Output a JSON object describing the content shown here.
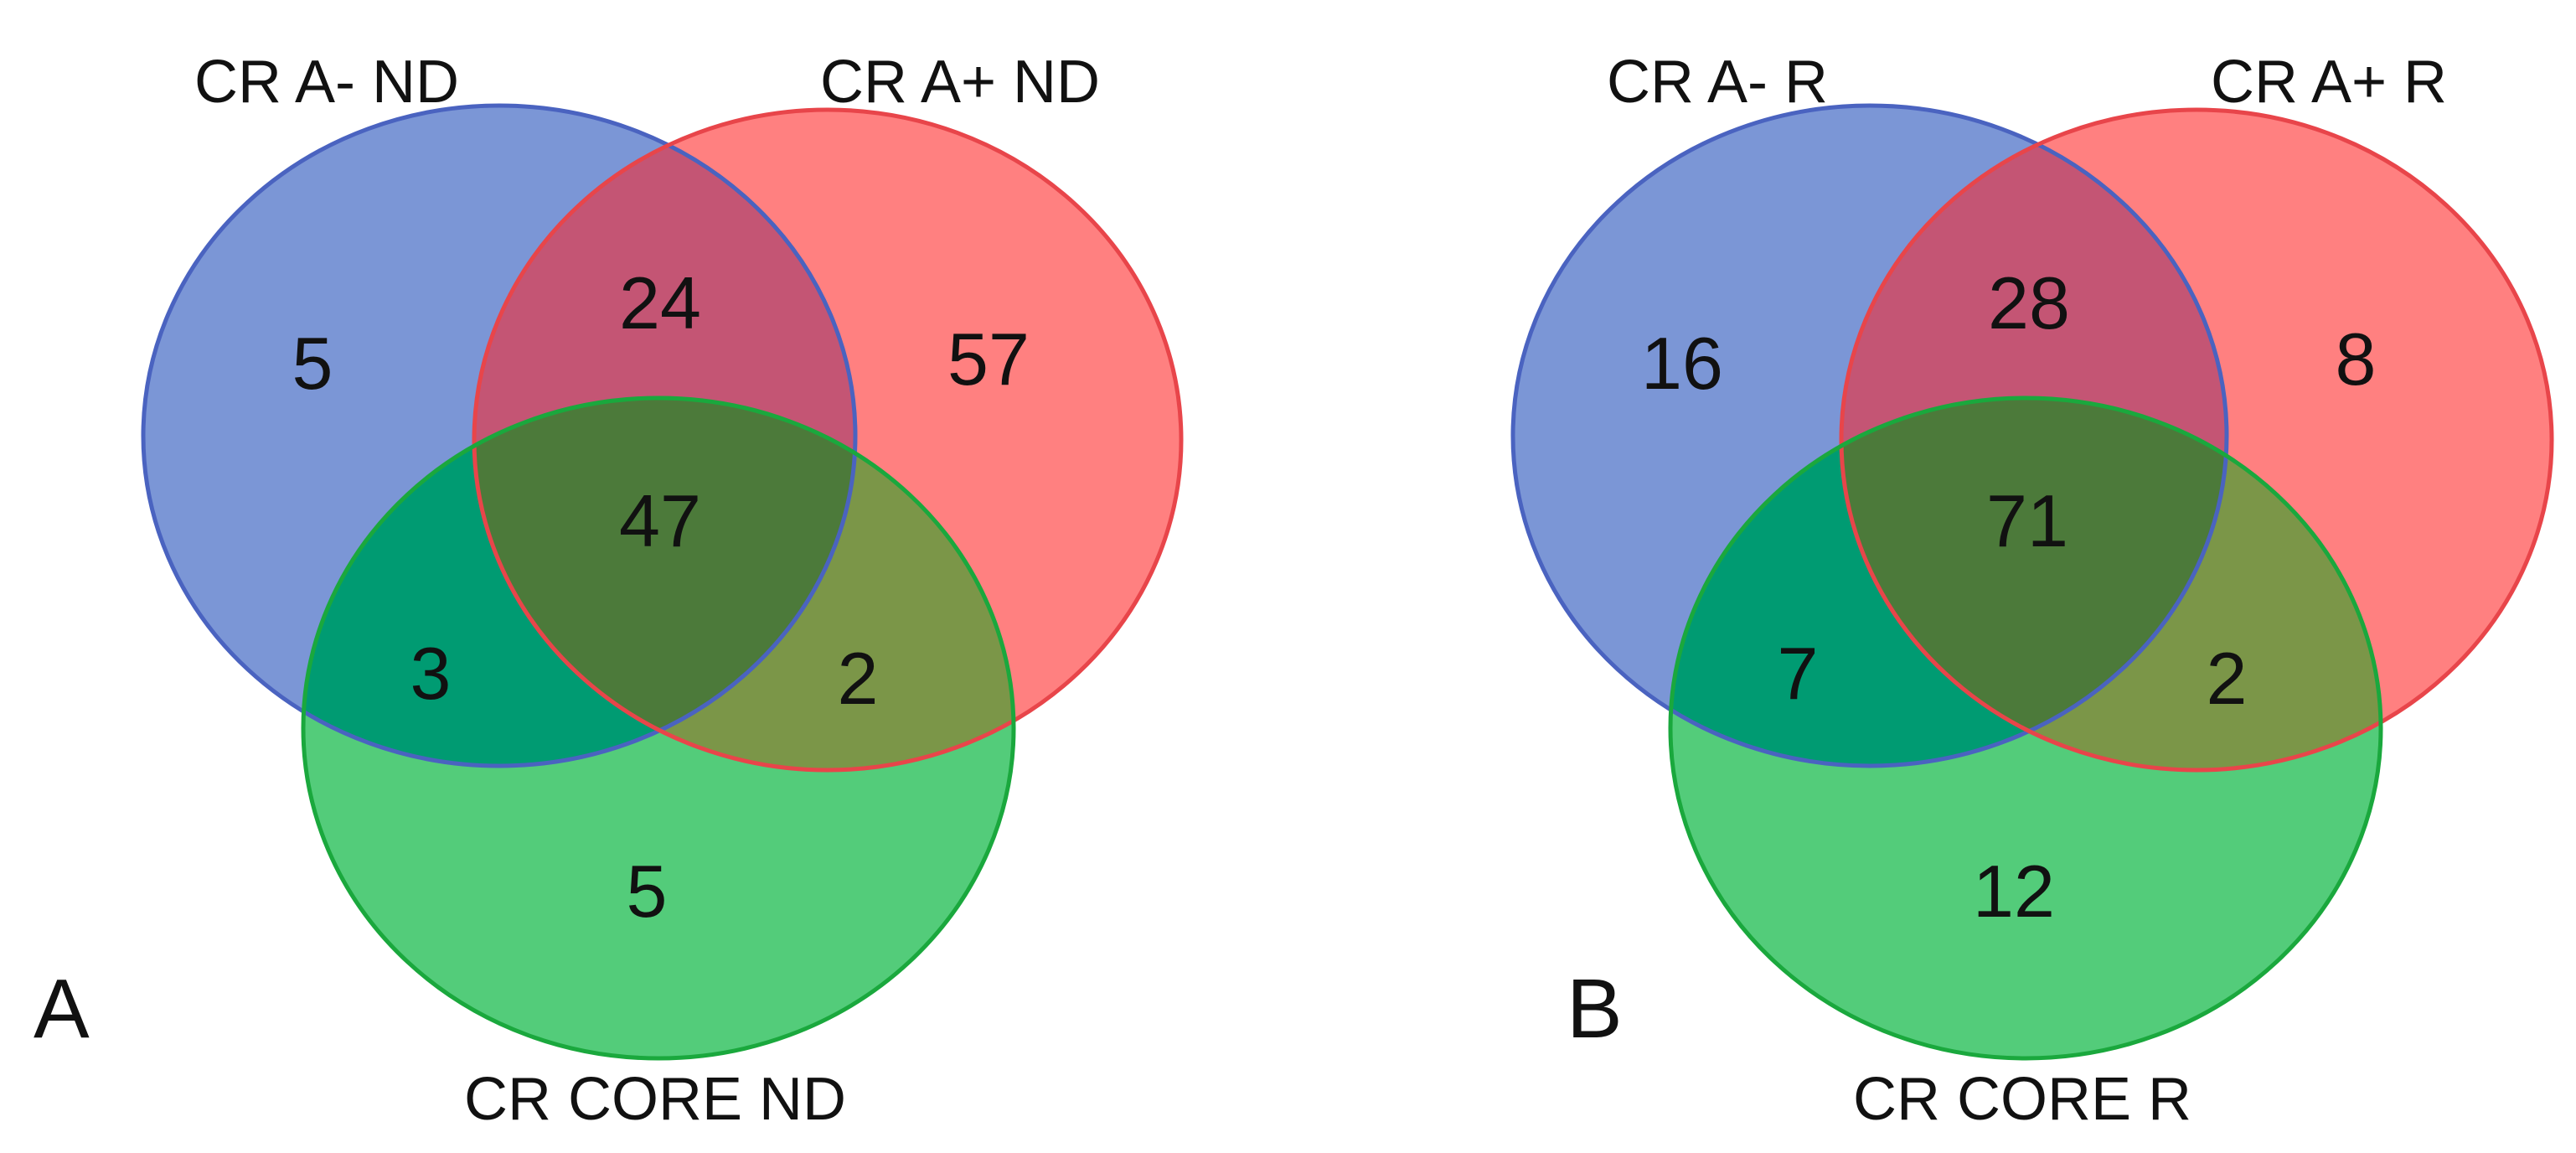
{
  "colors": {
    "set1_fill": "#7b96d6",
    "set1_stroke": "#4a63c0",
    "set2_fill": "#ff8080",
    "set2_stroke": "#e8454a",
    "set3_fill": "#53cc7a",
    "set3_stroke": "#1aa83d",
    "r12": "#c45574",
    "r13": "#009b72",
    "r23": "#7b9648",
    "r123": "#4c7a3a",
    "text": "#111111"
  },
  "panels": [
    {
      "letter": "A",
      "sets": [
        "CR A- ND",
        "CR A+ ND",
        "CR CORE ND"
      ],
      "regions": {
        "only1": "5",
        "only2": "57",
        "only3": "5",
        "r12": "24",
        "r13": "3",
        "r23": "2",
        "r123": "47"
      }
    },
    {
      "letter": "B",
      "sets": [
        "CR A- R",
        "CR A+ R",
        "CR CORE R"
      ],
      "regions": {
        "only1": "16",
        "only2": "8",
        "only3": "12",
        "r12": "28",
        "r13": "7",
        "r23": "2",
        "r123": "71"
      }
    }
  ]
}
